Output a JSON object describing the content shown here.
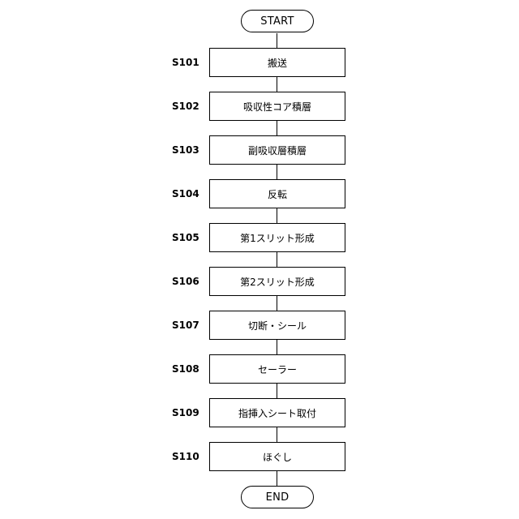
{
  "flowchart": {
    "start_label": "START",
    "end_label": "END",
    "steps": [
      {
        "id": "S101",
        "text": "搬送"
      },
      {
        "id": "S102",
        "text": "吸収性コア積層"
      },
      {
        "id": "S103",
        "text": "副吸収層積層"
      },
      {
        "id": "S104",
        "text": "反転"
      },
      {
        "id": "S105",
        "text": "第1スリット形成"
      },
      {
        "id": "S106",
        "text": "第2スリット形成"
      },
      {
        "id": "S107",
        "text": "切断・シール"
      },
      {
        "id": "S108",
        "text": "セーラー"
      },
      {
        "id": "S109",
        "text": "指挿入シート取付"
      },
      {
        "id": "S110",
        "text": "ほぐし"
      }
    ]
  }
}
